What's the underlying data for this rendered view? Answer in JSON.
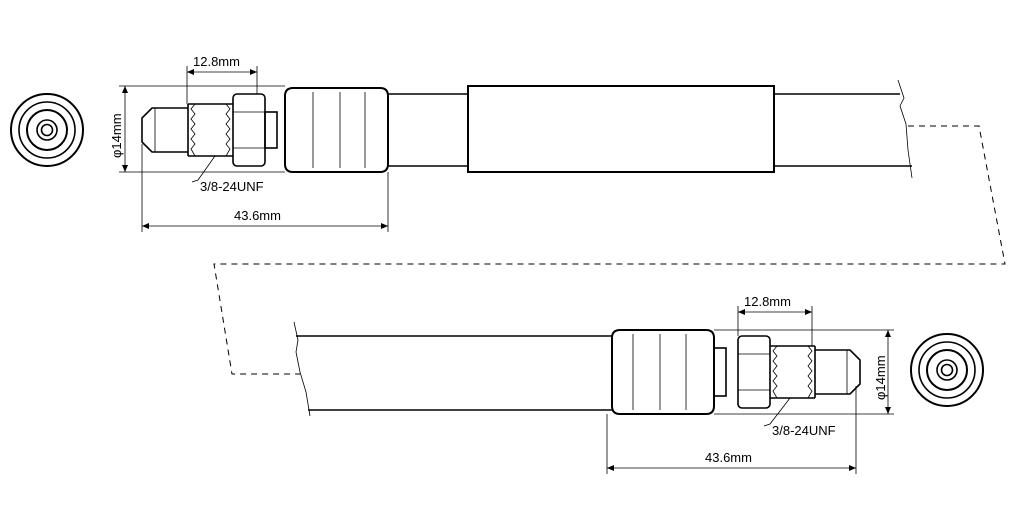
{
  "labels": {
    "top_thread_length": "12.8mm",
    "top_diameter": "φ14mm",
    "top_thread_spec": "3/8-24UNF",
    "top_total_length": "43.6mm",
    "bottom_thread_length": "12.8mm",
    "bottom_diameter": "φ14mm",
    "bottom_thread_spec": "3/8-24UNF",
    "bottom_total_length": "43.6mm"
  },
  "colors": {
    "stroke": "#000000",
    "background": "#ffffff"
  }
}
